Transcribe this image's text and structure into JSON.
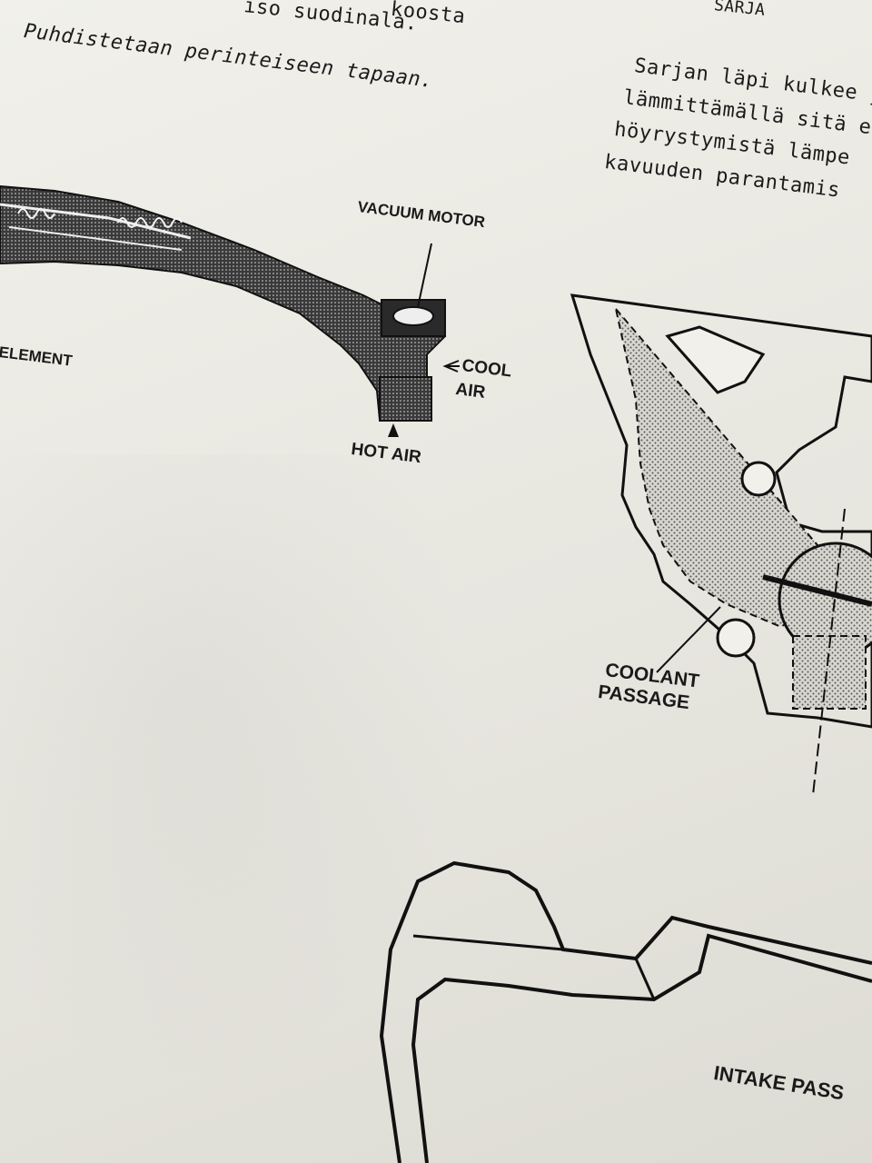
{
  "left_text": {
    "line1_fragment": "koosta",
    "line2_fragment": "iso suodinala.",
    "line3": "Puhdistetaan perinteiseen tapaan."
  },
  "right_text": {
    "heading_fragment": "SARJA",
    "lines": [
      "Sarjan läpi kulkee j",
      "lämmittämällä sitä e",
      "höyrystymistä lämpe",
      "kavuuden parantamis"
    ]
  },
  "diagram1": {
    "labels": {
      "vacuum_motor": "VACUUM MOTOR",
      "element": "ELEMENT",
      "cool": "COOL",
      "air": "AIR",
      "hot_air": "HOT AIR"
    }
  },
  "diagram2": {
    "labels": {
      "coolant": "COOLANT",
      "passage": "PASSAGE"
    }
  },
  "diagram3": {
    "labels": {
      "intake": "INTAKE PASS"
    }
  }
}
